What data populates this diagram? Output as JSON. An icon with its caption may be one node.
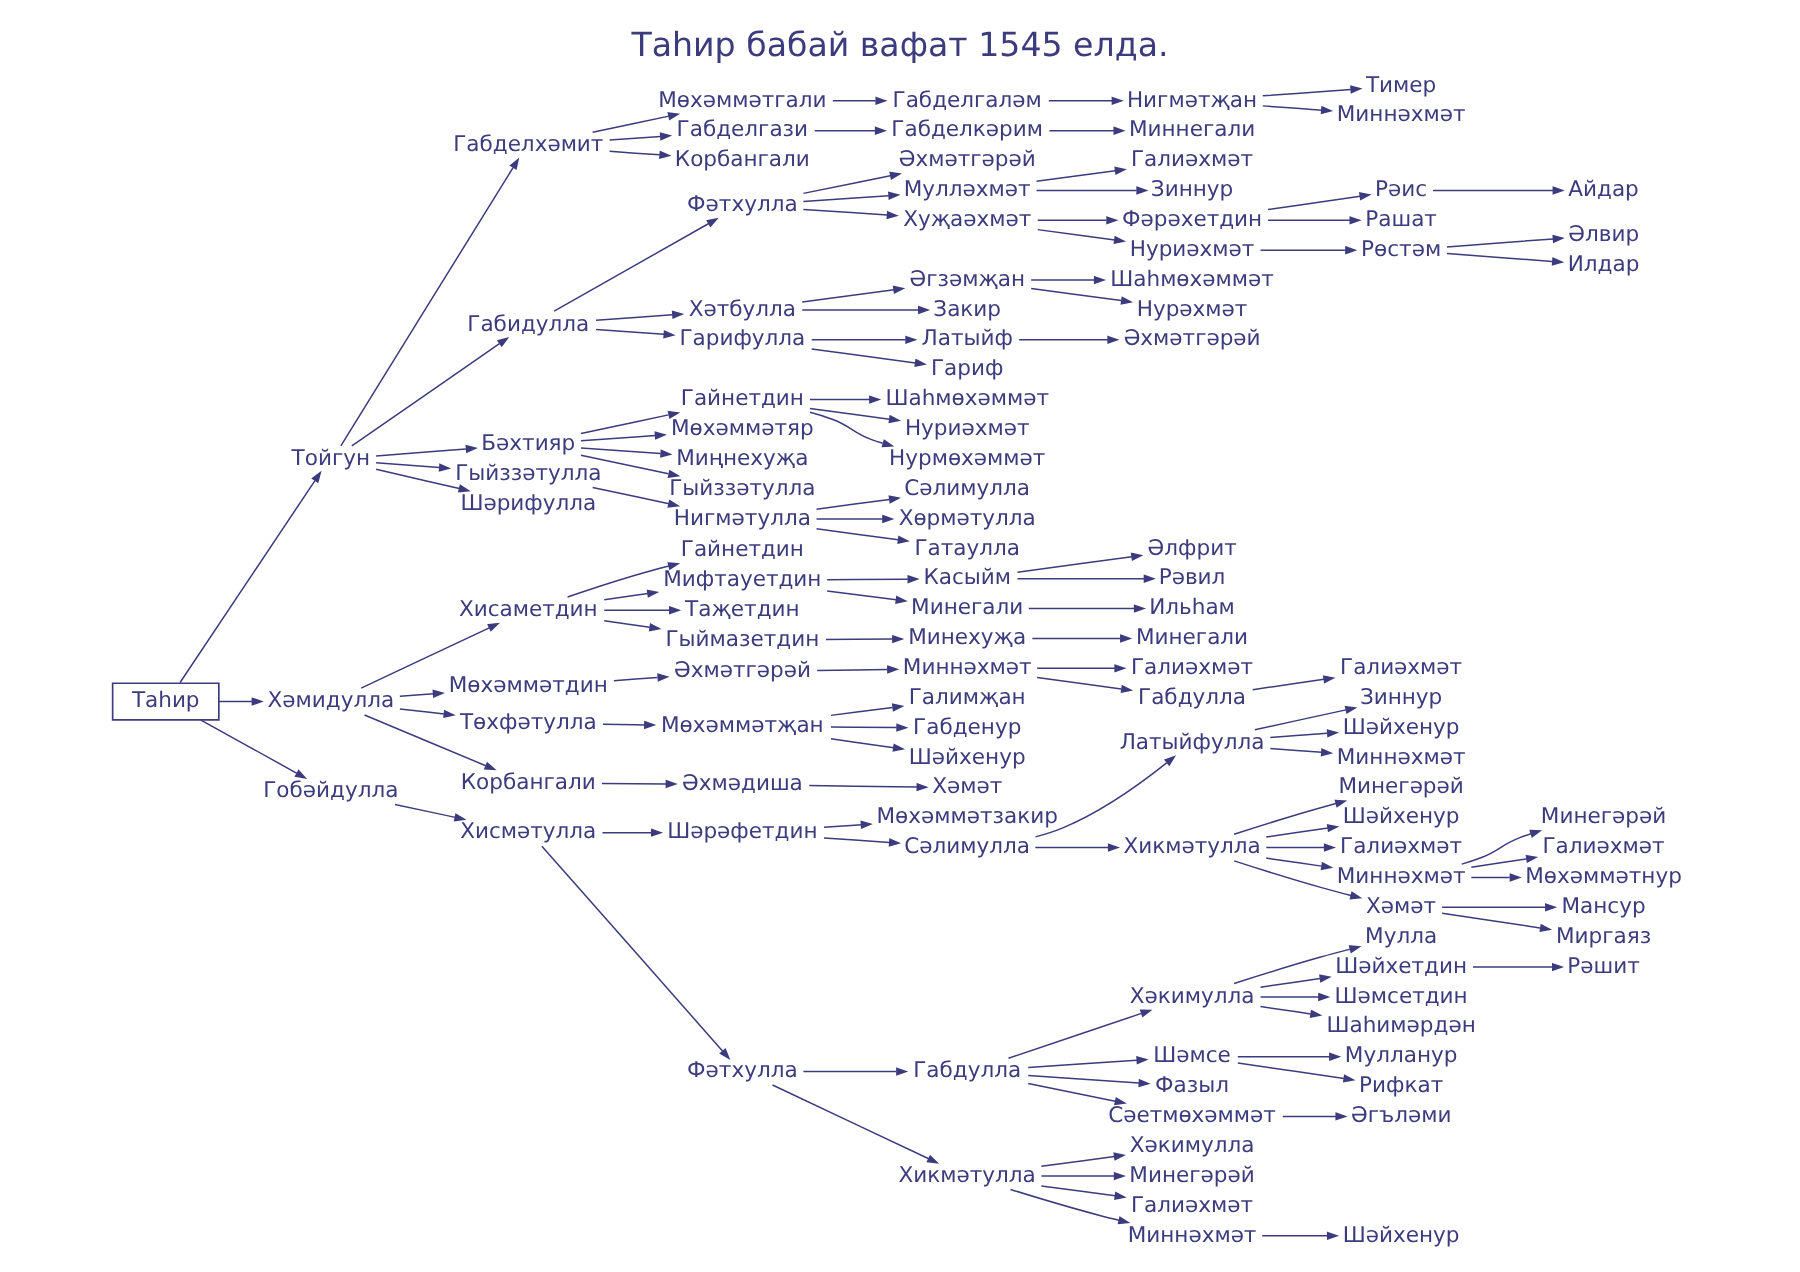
{
  "diagram": {
    "title": "Таһир бабай вафат 1545 елда.",
    "nodes": [
      {
        "text": [
          "Таһир"
        ]
      },
      {
        "text": [
          "Тойгун"
        ]
      },
      {
        "text": [
          "Габделхәмит"
        ]
      },
      {
        "text": [
          "Мөхәммәтгали"
        ]
      },
      {
        "text": [
          "Габделгаләм"
        ]
      },
      {
        "text": [
          "Нигмәтҗан"
        ]
      },
      {
        "text": [
          "Тимер"
        ]
      },
      {
        "text": [
          "Миннәхмәт"
        ]
      },
      {
        "text": [
          "Габделгази"
        ]
      },
      {
        "text": [
          "Габделкәрим"
        ]
      },
      {
        "text": [
          "Миннегали"
        ]
      },
      {
        "text": [
          "Корбангали"
        ]
      },
      {
        "text": [
          "Габидулла"
        ]
      },
      {
        "text": [
          "Фәтхулла"
        ]
      },
      {
        "text": [
          "Әхмәтгәрәй"
        ]
      },
      {
        "text": [
          "Мулләхмәт"
        ]
      },
      {
        "text": [
          "Галиәхмәт"
        ]
      },
      {
        "text": [
          "Зиннур"
        ]
      },
      {
        "text": [
          "Хуҗаәхмәт"
        ]
      },
      {
        "text": [
          "Фәрәхетдин"
        ]
      },
      {
        "text": [
          "Рәис"
        ]
      },
      {
        "text": [
          "Айдар"
        ]
      },
      {
        "text": [
          "Рашат"
        ]
      },
      {
        "text": [
          "Нуриәхмәт"
        ]
      },
      {
        "text": [
          "Рөстәм"
        ]
      },
      {
        "text": [
          "Әлвир"
        ]
      },
      {
        "text": [
          "Илдар"
        ]
      },
      {
        "text": [
          "Хәтбулла"
        ]
      },
      {
        "text": [
          "Әгзәмҗан"
        ]
      },
      {
        "text": [
          "Шаһмөхәммәт"
        ]
      },
      {
        "text": [
          "Нурәхмәт"
        ]
      },
      {
        "text": [
          "Закир"
        ]
      },
      {
        "text": [
          "Гарифулла"
        ]
      },
      {
        "text": [
          "Латыйф"
        ]
      },
      {
        "text": [
          "Әхмәтгәрәй"
        ]
      },
      {
        "text": [
          "Гариф"
        ]
      },
      {
        "text": [
          "Бәхтияр"
        ]
      },
      {
        "text": [
          "Гайнетдин"
        ]
      },
      {
        "text": [
          "Шаһмөхәммәт"
        ]
      },
      {
        "text": [
          "Нуриәхмәт"
        ]
      },
      {
        "text": [
          "Нурмөхәммәт"
        ]
      },
      {
        "text": [
          "Мөхәммәтяр"
        ]
      },
      {
        "text": [
          "Миңнехуҗа"
        ]
      },
      {
        "text": [
          "Гыйззәтулла"
        ]
      },
      {
        "text": [
          "Гыйззәтулла"
        ]
      },
      {
        "text": [
          "Нигмәтулла"
        ]
      },
      {
        "text": [
          "Сәлимулла"
        ]
      },
      {
        "text": [
          "Хөрмәтулла"
        ]
      },
      {
        "text": [
          "Гатаулла"
        ]
      },
      {
        "text": [
          "Шәрифулла"
        ]
      },
      {
        "text": [
          "Хәмидулла"
        ]
      },
      {
        "text": [
          "Хисаметдин"
        ]
      },
      {
        "text": [
          "Гайнетдин"
        ]
      },
      {
        "text": [
          "Мифтауетдин"
        ]
      },
      {
        "text": [
          "Касыйм"
        ]
      },
      {
        "text": [
          "Әлфрит"
        ]
      },
      {
        "text": [
          "Рәвил"
        ]
      },
      {
        "text": [
          "Минегали"
        ]
      },
      {
        "text": [
          "Ильһам"
        ]
      },
      {
        "text": [
          "Таҗетдин"
        ]
      },
      {
        "text": [
          "Гыймазетдин"
        ]
      },
      {
        "text": [
          "Минехуҗа"
        ]
      },
      {
        "text": [
          "Минегали"
        ]
      },
      {
        "text": [
          "Мөхәммәтдин"
        ]
      },
      {
        "text": [
          "Әхмәтгәрәй"
        ]
      },
      {
        "text": [
          "Миннәхмәт"
        ]
      },
      {
        "text": [
          "Галиәхмәт"
        ]
      },
      {
        "text": [
          "Габдулла"
        ]
      },
      {
        "text": [
          "Галиәхмәт"
        ]
      },
      {
        "text": [
          "Төхфәтулла"
        ]
      },
      {
        "text": [
          "Мөхәммәтҗан"
        ]
      },
      {
        "text": [
          "Галимҗан"
        ]
      },
      {
        "text": [
          "Габденур"
        ]
      },
      {
        "text": [
          "Шәйхенур"
        ]
      },
      {
        "text": [
          "Корбангали"
        ]
      },
      {
        "text": [
          "Әхмәдиша"
        ]
      },
      {
        "text": [
          "Хәмәт"
        ]
      },
      {
        "text": [
          "Гобәйдулла"
        ]
      },
      {
        "text": [
          "Хисмәтулла"
        ]
      },
      {
        "text": [
          "Шәрәфетдин"
        ]
      },
      {
        "text": [
          "Мөхәммәтзакир"
        ]
      },
      {
        "text": [
          "Сәлимулла"
        ]
      },
      {
        "text": [
          "Латыйфулла"
        ]
      },
      {
        "text": [
          "Зиннур"
        ]
      },
      {
        "text": [
          "Шәйхенур"
        ]
      },
      {
        "text": [
          "Миннәхмәт"
        ]
      },
      {
        "text": [
          "Хикмәтулла"
        ]
      },
      {
        "text": [
          "Минегәрәй"
        ]
      },
      {
        "text": [
          "Шәйхенур"
        ]
      },
      {
        "text": [
          "Галиәхмәт"
        ]
      },
      {
        "text": [
          "Миннәхмәт"
        ]
      },
      {
        "text": [
          "Минегәрәй"
        ]
      },
      {
        "text": [
          "Галиәхмәт"
        ]
      },
      {
        "text": [
          "Мөхәммәтнур"
        ]
      },
      {
        "text": [
          "Хәмәт"
        ]
      },
      {
        "text": [
          "Мансур"
        ]
      },
      {
        "text": [
          "Миргаяз"
        ]
      },
      {
        "text": [
          "Фәтхулла"
        ]
      },
      {
        "text": [
          "Габдулла"
        ]
      },
      {
        "text": [
          "Хәкимулла"
        ]
      },
      {
        "text": [
          "Мулла"
        ]
      },
      {
        "text": [
          "Шәйхетдин"
        ]
      },
      {
        "text": [
          "Рәшит"
        ]
      },
      {
        "text": [
          "Шәмсетдин"
        ]
      },
      {
        "text": [
          "Шаһимәрдән"
        ]
      },
      {
        "text": [
          "Шәмсе"
        ]
      },
      {
        "text": [
          "Мулланур"
        ]
      },
      {
        "text": [
          "Рифкат"
        ]
      },
      {
        "text": [
          "Фазыл"
        ]
      },
      {
        "text": [
          "Сәетмөхәммәт"
        ]
      },
      {
        "text": [
          "Әгъләми"
        ]
      },
      {
        "text": [
          "Хикмәтулла"
        ]
      },
      {
        "text": [
          "Хәкимулла"
        ]
      },
      {
        "text": [
          "Минегәрәй"
        ]
      },
      {
        "text": [
          "Галиәхмәт"
        ]
      },
      {
        "text": [
          "Миннәхмәт"
        ]
      },
      {
        "text": [
          "Шәйхенур"
        ]
      }
    ],
    "edges": [
      {
        "from": 0,
        "to": 1,
        "arrow": "to"
      },
      {
        "from": 0,
        "to": 50,
        "arrow": "to"
      },
      {
        "from": 0,
        "to": 77,
        "arrow": "to"
      },
      {
        "from": 1,
        "to": 2,
        "arrow": "to"
      },
      {
        "from": 1,
        "to": 12,
        "arrow": "to"
      },
      {
        "from": 1,
        "to": 36,
        "arrow": "to"
      },
      {
        "from": 1,
        "to": 44,
        "arrow": "to"
      },
      {
        "from": 1,
        "to": 49,
        "arrow": "to"
      },
      {
        "from": 2,
        "to": 3,
        "arrow": "to"
      },
      {
        "from": 2,
        "to": 8,
        "arrow": "to"
      },
      {
        "from": 2,
        "to": 11,
        "arrow": "to"
      },
      {
        "from": 3,
        "to": 4,
        "arrow": "to"
      },
      {
        "from": 4,
        "to": 5,
        "arrow": "to"
      },
      {
        "from": 5,
        "to": 6,
        "arrow": "to"
      },
      {
        "from": 5,
        "to": 7,
        "arrow": "to"
      },
      {
        "from": 8,
        "to": 9,
        "arrow": "to"
      },
      {
        "from": 9,
        "to": 10,
        "arrow": "to"
      },
      {
        "from": 12,
        "to": 13,
        "arrow": "to"
      },
      {
        "from": 12,
        "to": 27,
        "arrow": "to"
      },
      {
        "from": 12,
        "to": 32,
        "arrow": "to"
      },
      {
        "from": 13,
        "to": 14,
        "arrow": "to"
      },
      {
        "from": 13,
        "to": 15,
        "arrow": "to"
      },
      {
        "from": 13,
        "to": 18,
        "arrow": "to"
      },
      {
        "from": 15,
        "to": 16,
        "arrow": "to"
      },
      {
        "from": 15,
        "to": 17,
        "arrow": "to"
      },
      {
        "from": 18,
        "to": 19,
        "arrow": "to"
      },
      {
        "from": 18,
        "to": 23,
        "arrow": "to"
      },
      {
        "from": 19,
        "to": 20,
        "arrow": "to"
      },
      {
        "from": 19,
        "to": 22,
        "arrow": "to"
      },
      {
        "from": 20,
        "to": 21,
        "arrow": "to"
      },
      {
        "from": 23,
        "to": 24,
        "arrow": "to"
      },
      {
        "from": 24,
        "to": 25,
        "arrow": "to"
      },
      {
        "from": 24,
        "to": 26,
        "arrow": "to"
      },
      {
        "from": 27,
        "to": 28,
        "arrow": "to"
      },
      {
        "from": 27,
        "to": 31,
        "arrow": "to"
      },
      {
        "from": 28,
        "to": 29,
        "arrow": "to"
      },
      {
        "from": 28,
        "to": 30,
        "arrow": "to"
      },
      {
        "from": 32,
        "to": 33,
        "arrow": "to"
      },
      {
        "from": 32,
        "to": 35,
        "arrow": "to"
      },
      {
        "from": 33,
        "to": 34,
        "arrow": "to"
      },
      {
        "from": 36,
        "to": 37,
        "arrow": "to"
      },
      {
        "from": 36,
        "to": 41,
        "arrow": "to"
      },
      {
        "from": 36,
        "to": 42,
        "arrow": "to"
      },
      {
        "from": 36,
        "to": 43,
        "arrow": "to"
      },
      {
        "from": 37,
        "to": 38,
        "arrow": "to"
      },
      {
        "from": 37,
        "to": 39,
        "arrow": "to"
      },
      {
        "from": 37,
        "to": 40,
        "arrow": "to"
      },
      {
        "from": 44,
        "to": 45,
        "arrow": "to"
      },
      {
        "from": 45,
        "to": 46,
        "arrow": "to"
      },
      {
        "from": 45,
        "to": 47,
        "arrow": "to"
      },
      {
        "from": 45,
        "to": 48,
        "arrow": "to"
      },
      {
        "from": 50,
        "to": 51,
        "arrow": "to"
      },
      {
        "from": 50,
        "to": 63,
        "arrow": "to"
      },
      {
        "from": 50,
        "to": 69,
        "arrow": "to"
      },
      {
        "from": 50,
        "to": 74,
        "arrow": "to"
      },
      {
        "from": 51,
        "to": 52,
        "arrow": "to"
      },
      {
        "from": 51,
        "to": 53,
        "arrow": "to"
      },
      {
        "from": 51,
        "to": 59,
        "arrow": "to"
      },
      {
        "from": 51,
        "to": 60,
        "arrow": "to"
      },
      {
        "from": 53,
        "to": 54,
        "arrow": "to"
      },
      {
        "from": 53,
        "to": 57,
        "arrow": "to"
      },
      {
        "from": 54,
        "to": 55,
        "arrow": "to"
      },
      {
        "from": 54,
        "to": 56,
        "arrow": "to"
      },
      {
        "from": 57,
        "to": 58,
        "arrow": "to"
      },
      {
        "from": 60,
        "to": 61,
        "arrow": "to"
      },
      {
        "from": 61,
        "to": 62,
        "arrow": "to"
      },
      {
        "from": 63,
        "to": 64,
        "arrow": "to"
      },
      {
        "from": 64,
        "to": 65,
        "arrow": "to"
      },
      {
        "from": 65,
        "to": 66,
        "arrow": "to"
      },
      {
        "from": 65,
        "to": 67,
        "arrow": "to"
      },
      {
        "from": 67,
        "to": 68,
        "arrow": "to"
      },
      {
        "from": 69,
        "to": 70,
        "arrow": "to"
      },
      {
        "from": 70,
        "to": 71,
        "arrow": "to"
      },
      {
        "from": 70,
        "to": 72,
        "arrow": "to"
      },
      {
        "from": 70,
        "to": 73,
        "arrow": "to"
      },
      {
        "from": 74,
        "to": 75,
        "arrow": "to"
      },
      {
        "from": 75,
        "to": 76,
        "arrow": "to"
      },
      {
        "from": 77,
        "to": 78,
        "arrow": "to"
      },
      {
        "from": 78,
        "to": 79,
        "arrow": "to"
      },
      {
        "from": 78,
        "to": 97,
        "arrow": "to"
      },
      {
        "from": 79,
        "to": 80,
        "arrow": "to"
      },
      {
        "from": 79,
        "to": 81,
        "arrow": "to"
      },
      {
        "from": 81,
        "to": 82,
        "arrow": "to"
      },
      {
        "from": 81,
        "to": 86,
        "arrow": "to"
      },
      {
        "from": 82,
        "to": 83,
        "arrow": "to"
      },
      {
        "from": 82,
        "to": 84,
        "arrow": "to"
      },
      {
        "from": 82,
        "to": 85,
        "arrow": "to"
      },
      {
        "from": 86,
        "to": 87,
        "arrow": "to"
      },
      {
        "from": 86,
        "to": 88,
        "arrow": "to"
      },
      {
        "from": 86,
        "to": 89,
        "arrow": "to"
      },
      {
        "from": 86,
        "to": 90,
        "arrow": "to"
      },
      {
        "from": 86,
        "to": 94,
        "arrow": "to"
      },
      {
        "from": 90,
        "to": 91,
        "arrow": "to"
      },
      {
        "from": 90,
        "to": 92,
        "arrow": "to"
      },
      {
        "from": 90,
        "to": 93,
        "arrow": "to"
      },
      {
        "from": 94,
        "to": 95,
        "arrow": "to"
      },
      {
        "from": 94,
        "to": 96,
        "arrow": "to"
      },
      {
        "from": 97,
        "to": 98,
        "arrow": "to"
      },
      {
        "from": 97,
        "to": 111,
        "arrow": "to"
      },
      {
        "from": 98,
        "to": 99,
        "arrow": "to"
      },
      {
        "from": 98,
        "to": 105,
        "arrow": "to"
      },
      {
        "from": 98,
        "to": 108,
        "arrow": "to"
      },
      {
        "from": 98,
        "to": 109,
        "arrow": "to"
      },
      {
        "from": 99,
        "to": 100,
        "arrow": "to"
      },
      {
        "from": 99,
        "to": 101,
        "arrow": "to"
      },
      {
        "from": 99,
        "to": 103,
        "arrow": "to"
      },
      {
        "from": 99,
        "to": 104,
        "arrow": "to"
      },
      {
        "from": 101,
        "to": 102,
        "arrow": "to"
      },
      {
        "from": 105,
        "to": 106,
        "arrow": "to"
      },
      {
        "from": 105,
        "to": 107,
        "arrow": "to"
      },
      {
        "from": 109,
        "to": 110,
        "arrow": "to"
      },
      {
        "from": 111,
        "to": 112,
        "arrow": "to"
      },
      {
        "from": 111,
        "to": 113,
        "arrow": "to"
      },
      {
        "from": 111,
        "to": 114,
        "arrow": "to"
      },
      {
        "from": 111,
        "to": 115,
        "arrow": "to"
      },
      {
        "from": 115,
        "to": 116,
        "arrow": "to"
      }
    ]
  }
}
